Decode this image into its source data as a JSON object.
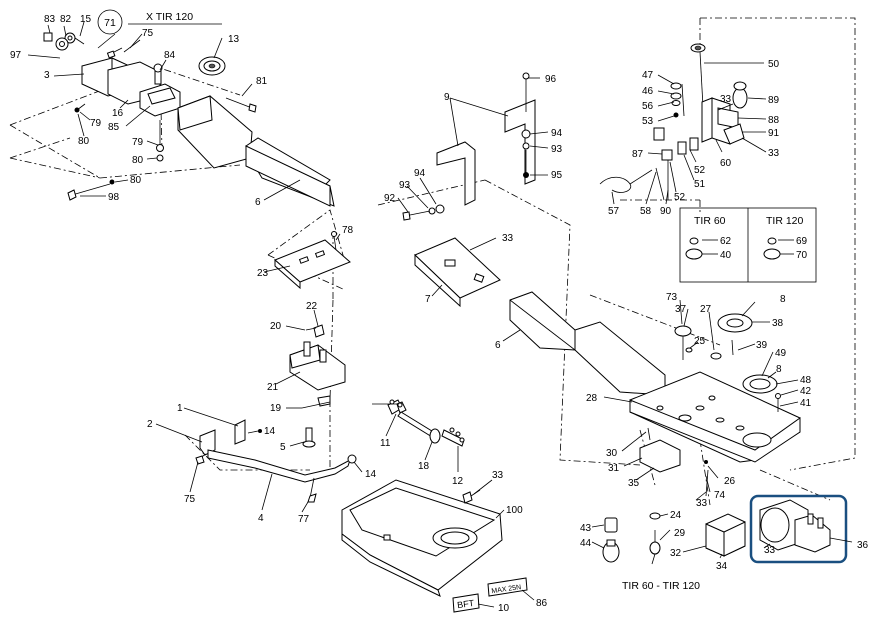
{
  "header": {
    "circled_ref": "71",
    "variant_note": "X TIR 120"
  },
  "inset": {
    "col1_title": "TIR 60",
    "col2_title": "TIR 120",
    "col1_parts": [
      "62",
      "40"
    ],
    "col2_parts": [
      "69",
      "70"
    ]
  },
  "footer_caption": "TIR 60 - TIR 120",
  "stickers": {
    "max_label": "MAX 25N",
    "plate_label": "BFT"
  },
  "highlight_color": "#1a4f80",
  "callouts": [
    {
      "id": "c83",
      "text": "83"
    },
    {
      "id": "c82",
      "text": "82"
    },
    {
      "id": "c15",
      "text": "15"
    },
    {
      "id": "c75a",
      "text": "75"
    },
    {
      "id": "c97",
      "text": "97"
    },
    {
      "id": "c3",
      "text": "3"
    },
    {
      "id": "c84",
      "text": "84"
    },
    {
      "id": "c13",
      "text": "13"
    },
    {
      "id": "c16",
      "text": "16"
    },
    {
      "id": "c79a",
      "text": "79"
    },
    {
      "id": "c85",
      "text": "85"
    },
    {
      "id": "c80a",
      "text": "80"
    },
    {
      "id": "c79b",
      "text": "79"
    },
    {
      "id": "c80b",
      "text": "80"
    },
    {
      "id": "c80c",
      "text": "80"
    },
    {
      "id": "c98",
      "text": "98"
    },
    {
      "id": "c81",
      "text": "81"
    },
    {
      "id": "c6a",
      "text": "6"
    },
    {
      "id": "c9",
      "text": "9"
    },
    {
      "id": "c96",
      "text": "96"
    },
    {
      "id": "c94a",
      "text": "94"
    },
    {
      "id": "c93a",
      "text": "93"
    },
    {
      "id": "c95",
      "text": "95"
    },
    {
      "id": "c94b",
      "text": "94"
    },
    {
      "id": "c93b",
      "text": "93"
    },
    {
      "id": "c92",
      "text": "92"
    },
    {
      "id": "c78",
      "text": "78"
    },
    {
      "id": "c23",
      "text": "23"
    },
    {
      "id": "c33a",
      "text": "33"
    },
    {
      "id": "c7",
      "text": "7"
    },
    {
      "id": "c6b",
      "text": "6"
    },
    {
      "id": "c22",
      "text": "22"
    },
    {
      "id": "c20",
      "text": "20"
    },
    {
      "id": "c21",
      "text": "21"
    },
    {
      "id": "c19",
      "text": "19"
    },
    {
      "id": "c1",
      "text": "1"
    },
    {
      "id": "c2",
      "text": "2"
    },
    {
      "id": "c14a",
      "text": "14"
    },
    {
      "id": "c5",
      "text": "5"
    },
    {
      "id": "c75b",
      "text": "75"
    },
    {
      "id": "c4",
      "text": "4"
    },
    {
      "id": "c14b",
      "text": "14"
    },
    {
      "id": "c77",
      "text": "77"
    },
    {
      "id": "c11",
      "text": "11"
    },
    {
      "id": "c18",
      "text": "18"
    },
    {
      "id": "c12",
      "text": "12"
    },
    {
      "id": "c33b",
      "text": "33"
    },
    {
      "id": "c100",
      "text": "100"
    },
    {
      "id": "c86",
      "text": "86"
    },
    {
      "id": "c10",
      "text": "10"
    },
    {
      "id": "c50",
      "text": "50"
    },
    {
      "id": "c47",
      "text": "47"
    },
    {
      "id": "c46",
      "text": "46"
    },
    {
      "id": "c56",
      "text": "56"
    },
    {
      "id": "c53",
      "text": "53"
    },
    {
      "id": "c89",
      "text": "89"
    },
    {
      "id": "c33c",
      "text": "33"
    },
    {
      "id": "c88",
      "text": "88"
    },
    {
      "id": "c91",
      "text": "91"
    },
    {
      "id": "c33d",
      "text": "33"
    },
    {
      "id": "c87",
      "text": "87"
    },
    {
      "id": "c52a",
      "text": "52"
    },
    {
      "id": "c60",
      "text": "60"
    },
    {
      "id": "c51",
      "text": "51"
    },
    {
      "id": "c52b",
      "text": "52"
    },
    {
      "id": "c57",
      "text": "57"
    },
    {
      "id": "c58",
      "text": "58"
    },
    {
      "id": "c90",
      "text": "90"
    },
    {
      "id": "c37",
      "text": "37"
    },
    {
      "id": "c73",
      "text": "73"
    },
    {
      "id": "c27",
      "text": "27"
    },
    {
      "id": "c8a",
      "text": "8"
    },
    {
      "id": "c38",
      "text": "38"
    },
    {
      "id": "c25",
      "text": "25"
    },
    {
      "id": "c39",
      "text": "39"
    },
    {
      "id": "c49",
      "text": "49"
    },
    {
      "id": "c8b",
      "text": "8"
    },
    {
      "id": "c48",
      "text": "48"
    },
    {
      "id": "c42",
      "text": "42"
    },
    {
      "id": "c41",
      "text": "41"
    },
    {
      "id": "c28",
      "text": "28"
    },
    {
      "id": "c30",
      "text": "30"
    },
    {
      "id": "c31",
      "text": "31"
    },
    {
      "id": "c35",
      "text": "35"
    },
    {
      "id": "c26",
      "text": "26"
    },
    {
      "id": "c74",
      "text": "74"
    },
    {
      "id": "c33e",
      "text": "33"
    },
    {
      "id": "c24",
      "text": "24"
    },
    {
      "id": "c29",
      "text": "29"
    },
    {
      "id": "c32",
      "text": "32"
    },
    {
      "id": "c43",
      "text": "43"
    },
    {
      "id": "c44",
      "text": "44"
    },
    {
      "id": "c34",
      "text": "34"
    },
    {
      "id": "c33f",
      "text": "33"
    },
    {
      "id": "c36",
      "text": "36"
    }
  ]
}
